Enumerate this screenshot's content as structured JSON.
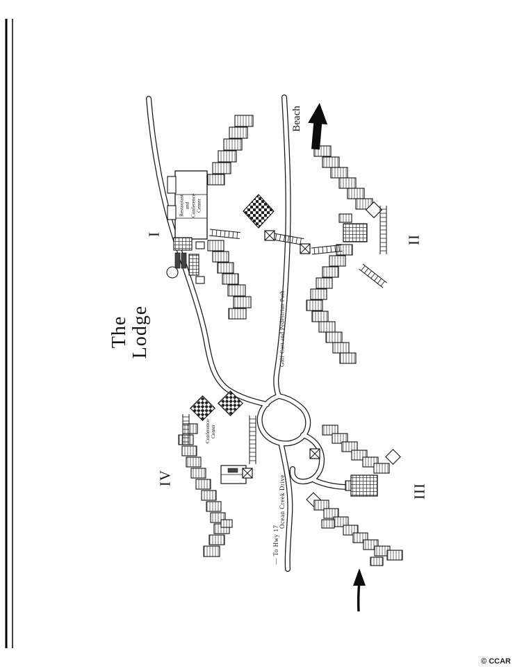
{
  "credit": "© CCAR",
  "map": {
    "title": "The Lodge",
    "beach": "Beach",
    "section_1": "I",
    "section_2": "II",
    "section_3": "III",
    "section_4": "IV",
    "golf_cart_path": "Golf Cart and Pedestrian Path",
    "ocean_creek_drive": "Ocean Creek Drive",
    "to_hwy_17": "— To Hwy 17",
    "restaurant": "Restaurant and Conference Center",
    "conference_center": "Conference Center"
  }
}
